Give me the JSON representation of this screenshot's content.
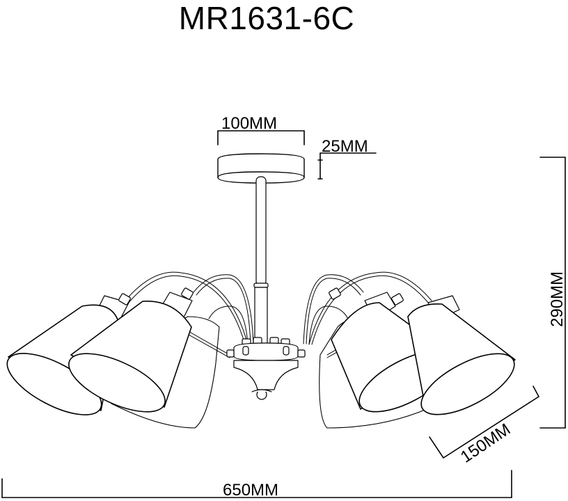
{
  "title": "MR1631-6C",
  "dimensions": {
    "canopy_diameter": "100MM",
    "canopy_height": "25MM",
    "total_height": "290MM",
    "total_diameter": "650MM",
    "shade_diameter": "150MM"
  },
  "drawing": {
    "subject": "six-arm pendant chandelier with conical shades",
    "line_color": "#000000",
    "background": "#ffffff",
    "arm_count": 6
  }
}
